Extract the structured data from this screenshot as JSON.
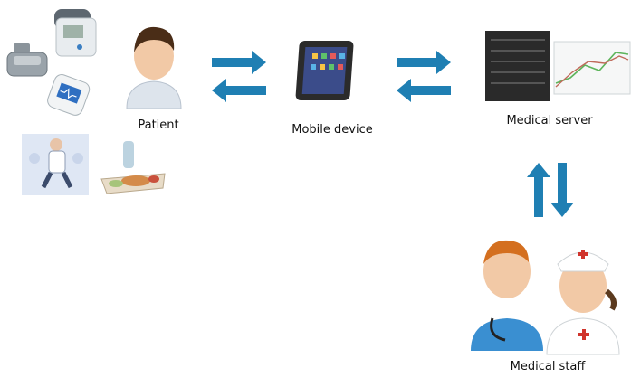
{
  "nodes": {
    "patient": {
      "label": "Patient"
    },
    "mobile": {
      "label": "Mobile device"
    },
    "server": {
      "label": "Medical server"
    },
    "staff": {
      "label": "Medical staff"
    }
  },
  "colors": {
    "arrow": "#1f7fb3",
    "skin": "#f2c9a6",
    "hair": "#4a2d17",
    "tablet": "#2b2b2b",
    "server": "#2a2a2a",
    "doctor_coat": "#3a8fd1",
    "nurse_cross": "#d0342c"
  },
  "icons": [
    "blood-pressure-monitor-icon",
    "scale-icon",
    "pulse-oximeter-icon",
    "exercise-icon",
    "food-tray-icon",
    "patient-avatar-icon",
    "tablet-icon",
    "server-rack-icon",
    "graph-icon",
    "doctor-avatar-icon",
    "nurse-avatar-icon"
  ]
}
